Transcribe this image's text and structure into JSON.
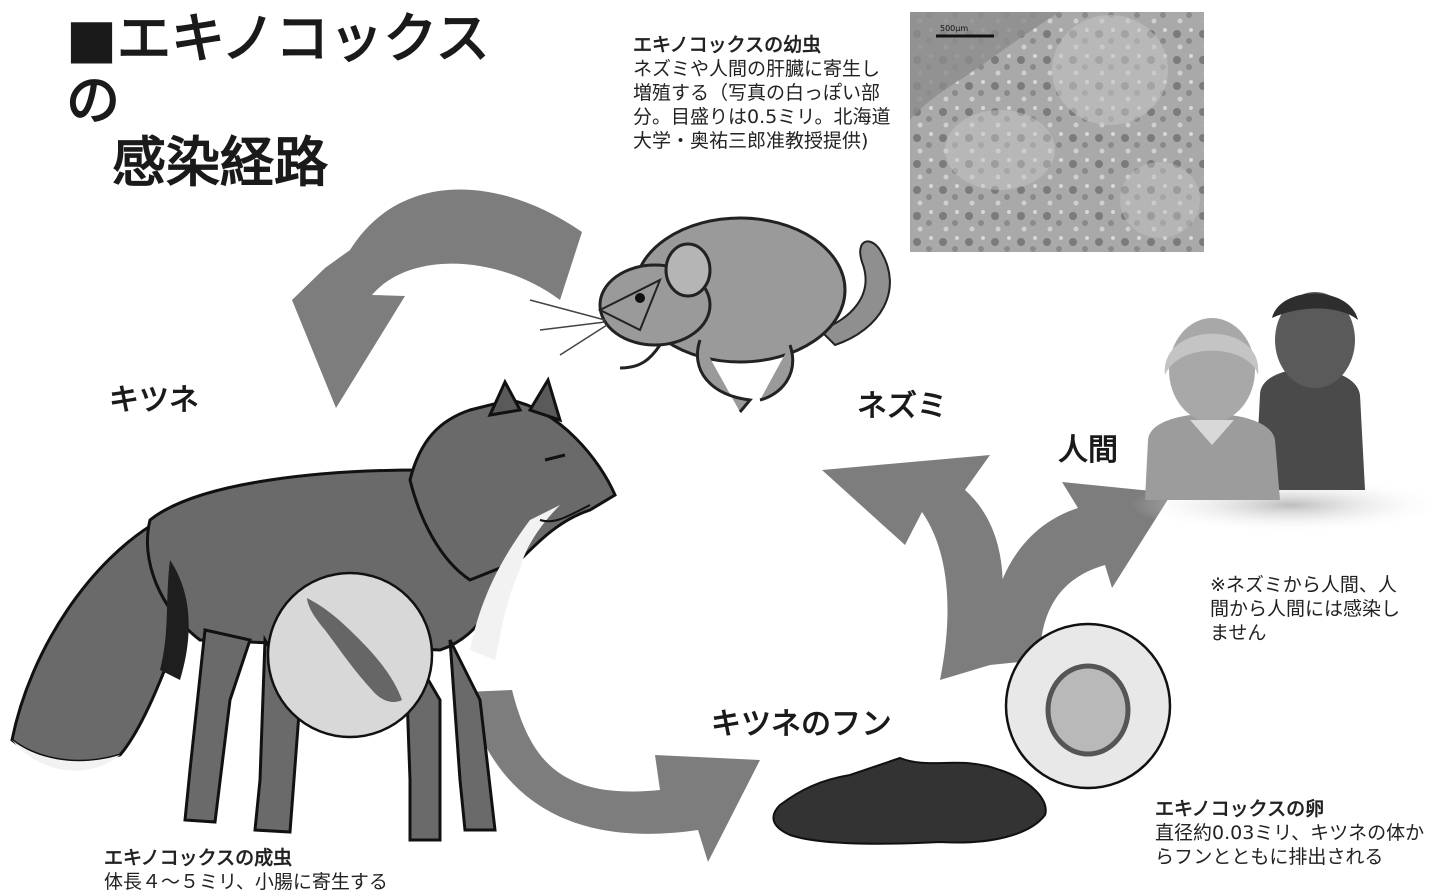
{
  "title": {
    "line1": "■エキノコックスの",
    "line2": "感染経路"
  },
  "labels": {
    "fox": "キツネ",
    "mouse": "ネズミ",
    "human": "人間",
    "feces": "キツネのフン"
  },
  "captions": {
    "larva": {
      "head": "エキノコックスの幼虫",
      "body": "ネズミや人間の肝臓に寄生し増殖する（写真の白っぽい部分。目盛りは0.5ミリ。北海道大学・奥祐三郎准教授提供)"
    },
    "note": "※ネズミから人間、人間から人間には感染しません",
    "egg": {
      "head": "エキノコックスの卵",
      "body": "直径約0.03ミリ、キツネの体からフンとともに排出される"
    },
    "adult": {
      "head": "エキノコックスの成虫",
      "body": "体長４～５ミリ、小腸に寄生する"
    }
  },
  "photo": {
    "scale_text": "500μm"
  },
  "colors": {
    "arrow": "#7d7d7d",
    "fox": "#6a6a6a",
    "mouse": "#9a9a9a",
    "text": "#1a1a1a"
  }
}
